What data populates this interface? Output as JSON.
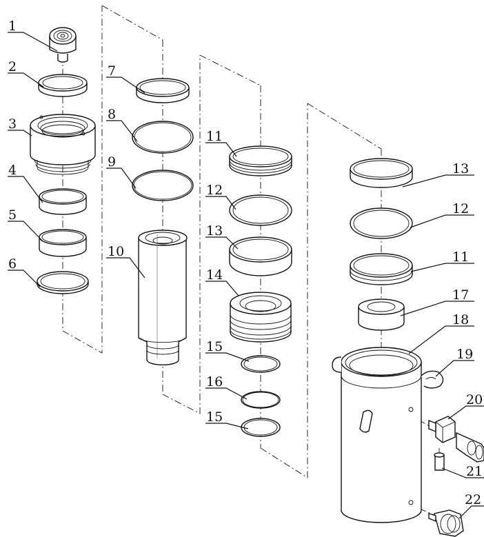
{
  "figure": {
    "callouts": [
      {
        "id": "c1",
        "label": "1"
      },
      {
        "id": "c2",
        "label": "2"
      },
      {
        "id": "c3",
        "label": "3"
      },
      {
        "id": "c4",
        "label": "4"
      },
      {
        "id": "c5",
        "label": "5"
      },
      {
        "id": "c6",
        "label": "6"
      },
      {
        "id": "c7",
        "label": "7"
      },
      {
        "id": "c8",
        "label": "8"
      },
      {
        "id": "c9",
        "label": "9"
      },
      {
        "id": "c10",
        "label": "10"
      },
      {
        "id": "c11a",
        "label": "11"
      },
      {
        "id": "c12a",
        "label": "12"
      },
      {
        "id": "c13a",
        "label": "13"
      },
      {
        "id": "c14",
        "label": "14"
      },
      {
        "id": "c15a",
        "label": "15"
      },
      {
        "id": "c16",
        "label": "16"
      },
      {
        "id": "c15b",
        "label": "15"
      },
      {
        "id": "c13b",
        "label": "13"
      },
      {
        "id": "c12b",
        "label": "12"
      },
      {
        "id": "c11b",
        "label": "11"
      },
      {
        "id": "c17",
        "label": "17"
      },
      {
        "id": "c18",
        "label": "18"
      },
      {
        "id": "c19",
        "label": "19"
      },
      {
        "id": "c20",
        "label": "20"
      },
      {
        "id": "c21",
        "label": "21"
      },
      {
        "id": "c22",
        "label": "22"
      }
    ]
  }
}
